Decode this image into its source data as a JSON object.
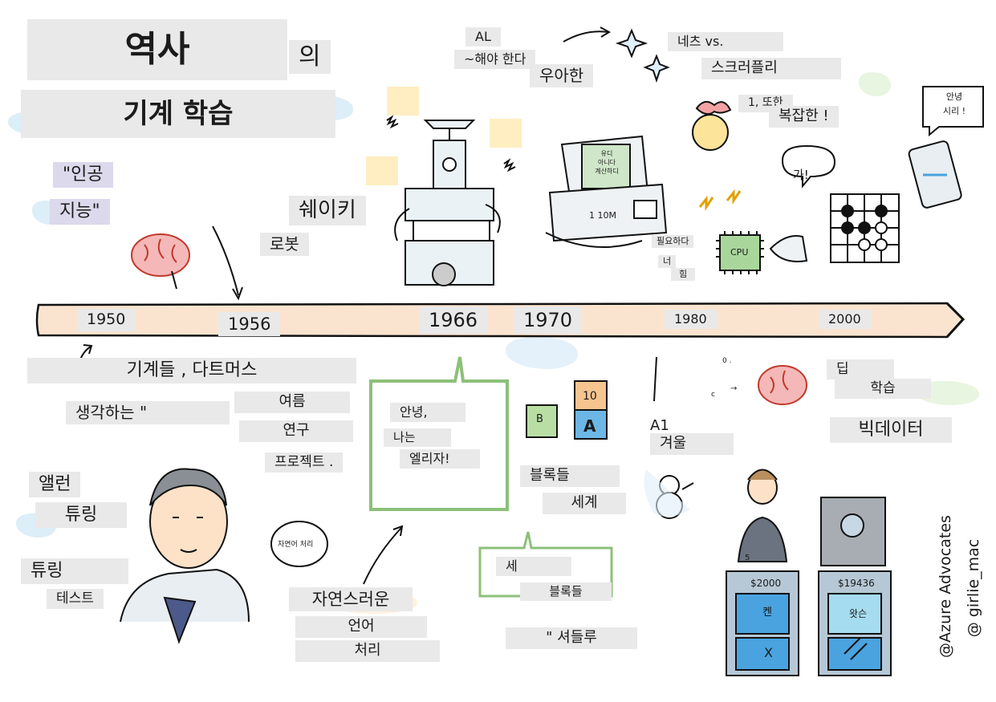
{
  "title": {
    "line1": "역사",
    "of": "의",
    "line2": "기계 학습"
  },
  "ai_quote": {
    "line1": "\"인공",
    "line2": "지능\""
  },
  "shakey": {
    "name": "쉐이키",
    "sub": "로봇"
  },
  "al_note": {
    "al": "AL",
    "must": "~해야 한다",
    "elegant": "우아한"
  },
  "neats": {
    "line1": "네츠 vs.",
    "line2": "스크러플리"
  },
  "complex": {
    "line1": "1, 또한",
    "line2": "복잡한 !"
  },
  "siri": "안녕\n시리 !",
  "go_bubble": "가!",
  "need_note": {
    "a": "필요하다",
    "b": "너",
    "c": "힘"
  },
  "computer": {
    "screen": "유디\n아니다\n계산하디",
    "label": "1 10M"
  },
  "cpu": "CPU",
  "timeline": [
    "1950",
    "1956",
    "1966",
    "1970",
    "1980",
    "2000"
  ],
  "dartmouth": {
    "line1": "기계들 , 다트머스",
    "line2": "생각하는 \""
  },
  "summer": {
    "line1": "여름",
    "line2": "연구",
    "line3": "프로젝트 ."
  },
  "turing": {
    "first": "앨런",
    "last": "튜링"
  },
  "turing_test": {
    "line1": "튜링",
    "line2": "테스트"
  },
  "nlp_bubble": "자연어 처리",
  "nlp": {
    "line1": "자연스러운",
    "line2": "언어",
    "line3": "처리"
  },
  "eliza": {
    "line1": "안녕,",
    "line2": "나는",
    "line3": "엘리자!"
  },
  "blocks": {
    "b": "B",
    "a": "A",
    "top": "10"
  },
  "blocks_world": {
    "line1": "블록들",
    "line2": "세계"
  },
  "shrdlu": {
    "line1": "세",
    "line2": "블록들",
    "line3": "\" 셔들루"
  },
  "winter": {
    "a1": "A1",
    "word": "겨울"
  },
  "deep": {
    "line1": "딥",
    "line2": "학습"
  },
  "bigdata": "빅데이터",
  "jeopardy": {
    "left_score": "$2000",
    "right_score": "$19436",
    "ken": "켄",
    "watson": "왓슨",
    "x": "X"
  },
  "small_marks": {
    "zero": "0 .",
    "arrow": "→",
    "c": "c",
    "five": "5"
  },
  "credits": {
    "azure": "@Azure Advocates",
    "girlie": "@ girlie_mac"
  },
  "colors": {
    "timeline": "#fbe4cf",
    "label": "#e9e9e9",
    "purple": "#dcd9ec",
    "green_frame": "#8cc07a",
    "blue": "#4aa3df"
  }
}
